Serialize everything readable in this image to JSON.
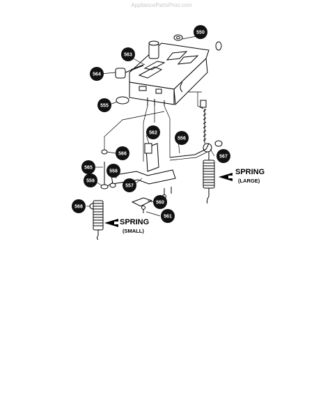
{
  "watermark": "AppliancePartsPros.com",
  "callouts": [
    {
      "id": "c550",
      "number": "550"
    },
    {
      "id": "c563",
      "number": "563"
    },
    {
      "id": "c564",
      "number": "564"
    },
    {
      "id": "c555",
      "number": "555"
    },
    {
      "id": "c562",
      "number": "562"
    },
    {
      "id": "c556",
      "number": "556"
    },
    {
      "id": "c566",
      "number": "566"
    },
    {
      "id": "c567",
      "number": "567"
    },
    {
      "id": "c565",
      "number": "565"
    },
    {
      "id": "c558",
      "number": "558"
    },
    {
      "id": "c557",
      "number": "557"
    },
    {
      "id": "c559",
      "number": "559"
    },
    {
      "id": "c560",
      "number": "560"
    },
    {
      "id": "c568",
      "number": "568"
    },
    {
      "id": "c561",
      "number": "561"
    }
  ],
  "labels": {
    "spring_large_title": "SPRING",
    "spring_large_sub": "(LARGE)",
    "spring_small_title": "SPRING",
    "spring_small_sub": "(SMALL)"
  }
}
